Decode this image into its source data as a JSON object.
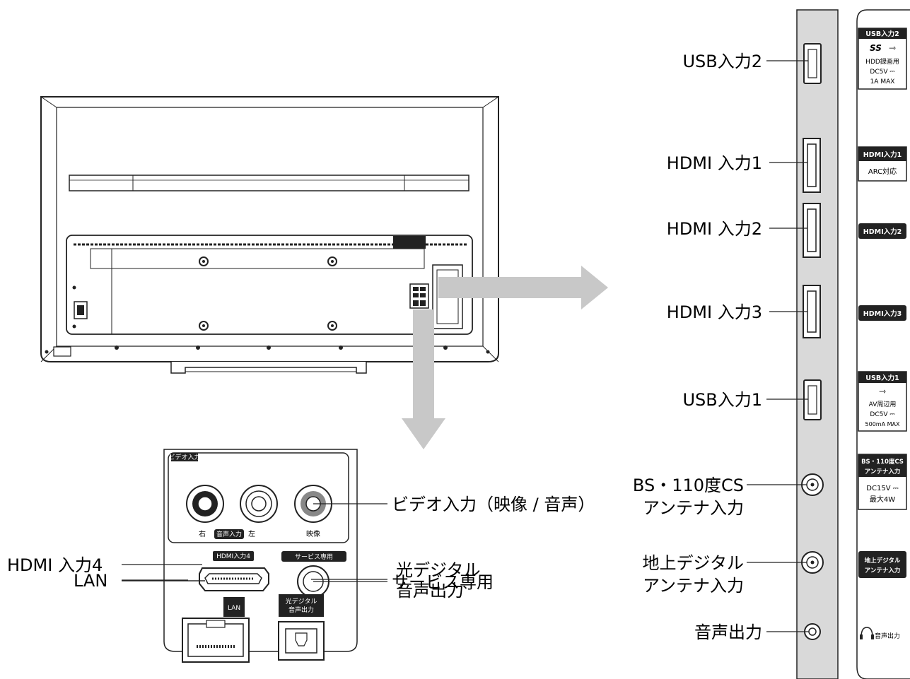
{
  "right_labels": [
    "USB入力2",
    "HDMI 入力1",
    "HDMI 入力2",
    "HDMI 入力3",
    "USB入力1",
    "BS・110度CS",
    "アンテナ入力",
    "地上デジタル",
    "アンテナ入力",
    "音声出力"
  ],
  "left_labels": {
    "video_in": "ビデオ入力（映像 / 音声）",
    "service": "サービス専用",
    "hdmi4": "HDMI 入力4",
    "lan": "LAN",
    "optical_1": "光デジタル",
    "optical_2": "音声出力"
  },
  "panel_small": {
    "video_tag": "ビデオ入力",
    "right": "右",
    "audio_in": "音声入力",
    "left": "左",
    "video": "映像",
    "hdmi4_tag": "HDMI入力4",
    "service_tag": "サービス専用",
    "lan_tag": "LAN",
    "optical_tag_1": "光デジタル",
    "optical_tag_2": "音声出力"
  },
  "side_badges": {
    "usb2_title": "USB入力2",
    "usb2_ss": "SS",
    "usb2_l1": "HDD録画用",
    "usb2_l2": "DC5V ⎓",
    "usb2_l3": "1A MAX",
    "hdmi1_title": "HDMI入力1",
    "hdmi1_sub": "ARC対応",
    "hdmi2_title": "HDMI入力2",
    "hdmi3_title": "HDMI入力3",
    "usb1_title": "USB入力1",
    "usb1_l1": "AV周辺用",
    "usb1_l2": "DC5V ⎓",
    "usb1_l3": "500mA MAX",
    "bs_title_1": "BS・110度CS",
    "bs_title_2": "アンテナ入力",
    "bs_l1": "DC15V ⎓",
    "bs_l2": "最大4W",
    "terr_title_1": "地上デジタル",
    "terr_title_2": "アンテナ入力",
    "audio_out": "音声出力"
  }
}
